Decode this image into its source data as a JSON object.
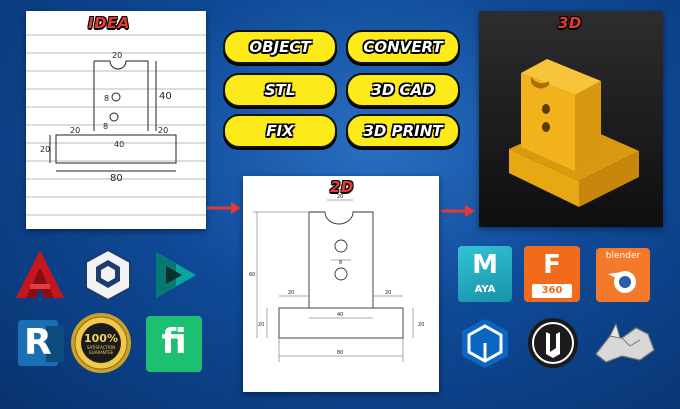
{
  "panels": {
    "idea_label": "IDEA",
    "twod_label": "2D",
    "threed_label": "3D"
  },
  "services": [
    "OBJECT",
    "CONVERT",
    "STL",
    "3D CAD",
    "FIX",
    "3D PRINT"
  ],
  "sketch": {
    "top": "20",
    "right": "40",
    "mid_a": "8",
    "mid_b": "8",
    "left_step": "20",
    "center": "40",
    "right_step": "20",
    "base_h": "20",
    "total": "80"
  },
  "drawing": {
    "top": "20",
    "height": "60",
    "hole": "8",
    "left_step": "20",
    "right_step": "20",
    "center": "40",
    "base_left": "20",
    "base_right": "20",
    "total": "80"
  },
  "software_left": [
    {
      "name": "autocad-icon"
    },
    {
      "name": "unity-icon"
    },
    {
      "name": "3ds-max-icon"
    },
    {
      "name": "revit-icon"
    },
    {
      "name": "satisfaction-badge-icon"
    },
    {
      "name": "fiverr-icon"
    }
  ],
  "badge": {
    "pct": "100%",
    "line1": "SATISFACTION",
    "line2": "GUARANTEE"
  },
  "fiverr_text": "fi",
  "revit_text": "R",
  "maya": {
    "letter": "M",
    "text": "AYA"
  },
  "fusion": {
    "letter": "F",
    "text": "360"
  },
  "blender_text": "blender",
  "colors": {
    "pill": "#fcea1a",
    "tag": "#e53935",
    "part": "#f2b21b",
    "arrow": "#e53935"
  }
}
